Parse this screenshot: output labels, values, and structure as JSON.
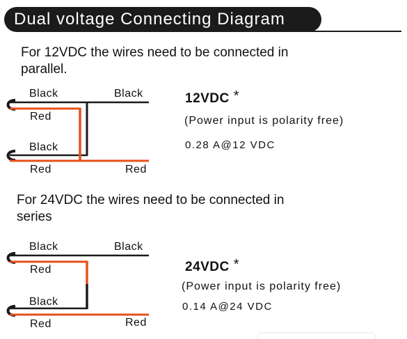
{
  "title": "Dual voltage Connecting Diagram",
  "sections": [
    {
      "intro_line1": "For 12VDC the wires need to be connected in",
      "intro_line2": "parallel.",
      "labels": {
        "left_top_black": "Black",
        "right_top_black": "Black",
        "left_top_red": "Red",
        "left_bottom_black": "Black",
        "left_bottom_red": "Red",
        "right_bottom_red": "Red"
      },
      "voltage": "12VDC",
      "star": "*",
      "note": "(Power input is polarity free)",
      "spec": "0.28 A@12 VDC"
    },
    {
      "intro_line1": "For 24VDC the wires need to be connected in",
      "intro_line2": "series",
      "labels": {
        "left_top_black": "Black",
        "right_top_black": "Black",
        "left_top_red": "Red",
        "left_bottom_black": "Black",
        "left_bottom_red": "Red",
        "right_bottom_red": "Red"
      },
      "voltage": "24VDC",
      "star": "*",
      "note": "(Power input is polarity free)",
      "spec": "0.14 A@24 VDC"
    }
  ],
  "colors": {
    "black_wire": "#1a1a1a",
    "red_wire": "#e8501c",
    "title_bg": "#1b1b1b"
  }
}
